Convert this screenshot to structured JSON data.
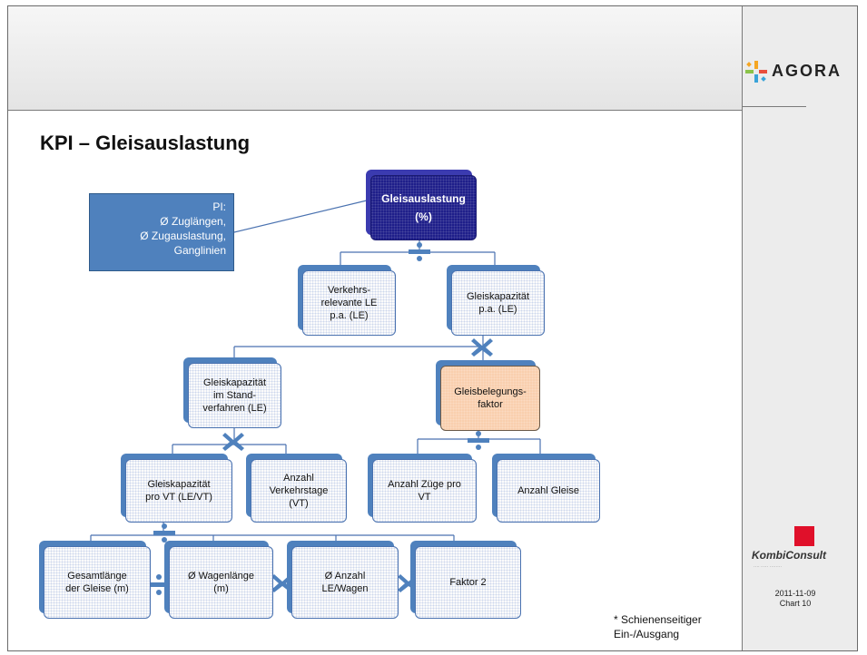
{
  "title": "KPI – Gleisauslastung",
  "logo": {
    "text": "AGORA",
    "colors": [
      "#f5a623",
      "#e94e3c",
      "#3aa3d9",
      "#8bc34a"
    ]
  },
  "pi_box": {
    "lines": [
      "PI:",
      "Ø Zuglängen,",
      "Ø Zugauslastung,",
      "Ganglinien"
    ]
  },
  "nodes": {
    "root": {
      "line1": "Gleisauslastung",
      "line2": "(%)"
    },
    "verkehrsrelevante": [
      "Verkehrs-",
      "relevante LE",
      "p.a. (LE)"
    ],
    "gleiskapazitaet_pa": [
      "Gleiskapazität",
      "p.a. (LE)"
    ],
    "gleiskapazitaet_stand": [
      "Gleiskapazität",
      "im Stand-",
      "verfahren (LE)"
    ],
    "gleisbelegung": [
      "Gleisbelegungs-",
      "faktor"
    ],
    "gleiskapazitaet_vt": [
      "Gleiskapazität",
      "pro VT (LE/VT)"
    ],
    "verkehrstage": [
      "Anzahl",
      "Verkehrstage",
      "(VT)"
    ],
    "zuege_vt": [
      "Anzahl Züge pro",
      "VT"
    ],
    "anzahl_gleise": [
      "Anzahl Gleise"
    ],
    "gesamtlaenge": [
      "Gesamtlänge",
      "der Gleise (m)"
    ],
    "wagenlaenge": [
      "Ø Wagenlänge",
      "(m)"
    ],
    "anzahl_le_wagen": [
      "Ø Anzahl",
      "LE/Wagen"
    ],
    "faktor": [
      "Faktor 2"
    ]
  },
  "footnote": [
    "* Schienenseitiger",
    "Ein-/Ausgang"
  ],
  "sidebar": {
    "company": "KombiConsult",
    "date": "2011-11-09",
    "chart": "Chart 10"
  },
  "colors": {
    "node_blue": "#4f81bd",
    "root_dark": "#1f1f8a",
    "peach": "#f9cfae",
    "operator": "#4f81bd",
    "brand_red": "#e0102a"
  }
}
